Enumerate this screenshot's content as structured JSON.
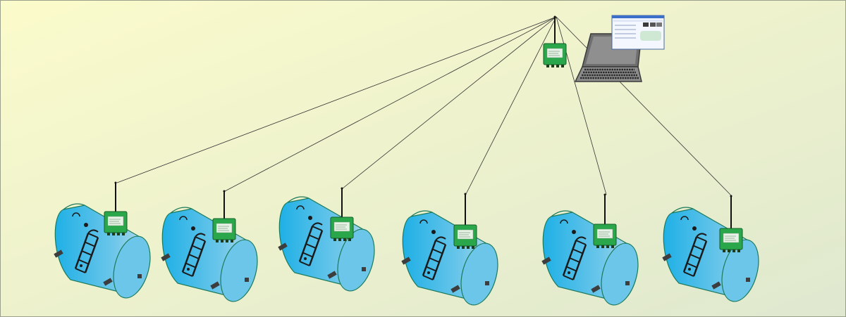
{
  "diagram": {
    "colors": {
      "bg_start": "#fbfbcb",
      "bg_end": "#dfe8cf",
      "tank_body": "#27b6e8",
      "tank_end": "#6cc6ea",
      "tank_outline": "#1b7a5a",
      "device_body": "#2aa74a",
      "device_label": "#e6f2e6",
      "antenna": "#111111",
      "link_line": "#333333",
      "laptop_body": "#8c8c8c",
      "laptop_screen": "#6f6f6f",
      "laptop_keys": "#2b2b2b",
      "window_title": "#3b6fc9",
      "window_body": "#f4f7ff",
      "ladder": "#1a1a1a",
      "foot": "#3d3d3d"
    },
    "gateway": {
      "label_icon": "gateway-icon"
    },
    "computer": {
      "icon": "laptop-icon",
      "screen_window": "software-window-icon"
    },
    "tanks": [
      {
        "name": "tank-1",
        "sensor_icon": "wireless-sensor-icon"
      },
      {
        "name": "tank-2",
        "sensor_icon": "wireless-sensor-icon"
      },
      {
        "name": "tank-3",
        "sensor_icon": "wireless-sensor-icon"
      },
      {
        "name": "tank-4",
        "sensor_icon": "wireless-sensor-icon"
      },
      {
        "name": "tank-5",
        "sensor_icon": "wireless-sensor-icon"
      },
      {
        "name": "tank-6",
        "sensor_icon": "wireless-sensor-icon"
      }
    ]
  }
}
